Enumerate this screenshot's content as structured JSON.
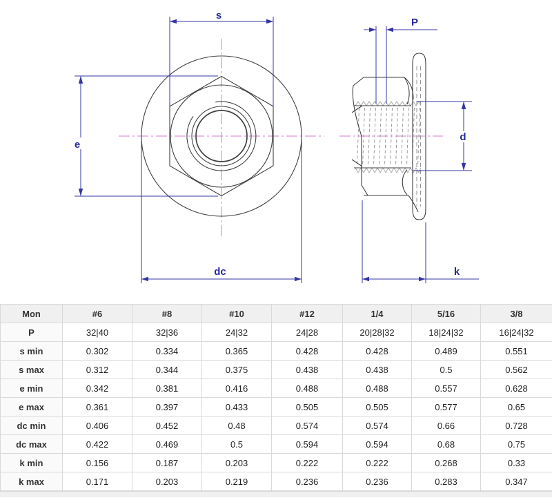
{
  "drawing": {
    "labels": {
      "s": "s",
      "e": "e",
      "dc": "dc",
      "p": "P",
      "d": "d",
      "k": "k"
    },
    "colors": {
      "dimension_blue": "#3434a4",
      "centerline_magenta": "#cf7ece",
      "outline_gray": "#3f3f3f"
    }
  },
  "table": {
    "header": [
      "Mon",
      "#6",
      "#8",
      "#10",
      "#12",
      "1/4",
      "5/16",
      "3/8"
    ],
    "rows": [
      {
        "label": "P",
        "values": [
          "32|40",
          "32|36",
          "24|32",
          "24|28",
          "20|28|32",
          "18|24|32",
          "16|24|32"
        ]
      },
      {
        "label": "s min",
        "values": [
          "0.302",
          "0.334",
          "0.365",
          "0.428",
          "0.428",
          "0.489",
          "0.551"
        ]
      },
      {
        "label": "s max",
        "values": [
          "0.312",
          "0.344",
          "0.375",
          "0.438",
          "0.438",
          "0.5",
          "0.562"
        ]
      },
      {
        "label": "e min",
        "values": [
          "0.342",
          "0.381",
          "0.416",
          "0.488",
          "0.488",
          "0.557",
          "0.628"
        ]
      },
      {
        "label": "e max",
        "values": [
          "0.361",
          "0.397",
          "0.433",
          "0.505",
          "0.505",
          "0.577",
          "0.65"
        ]
      },
      {
        "label": "dc min",
        "values": [
          "0.406",
          "0.452",
          "0.48",
          "0.574",
          "0.574",
          "0.66",
          "0.728"
        ]
      },
      {
        "label": "dc max",
        "values": [
          "0.422",
          "0.469",
          "0.5",
          "0.594",
          "0.594",
          "0.68",
          "0.75"
        ]
      },
      {
        "label": "k min",
        "values": [
          "0.156",
          "0.187",
          "0.203",
          "0.222",
          "0.222",
          "0.268",
          "0.33"
        ]
      },
      {
        "label": "k max",
        "values": [
          "0.171",
          "0.203",
          "0.219",
          "0.236",
          "0.236",
          "0.283",
          "0.347"
        ]
      }
    ]
  }
}
